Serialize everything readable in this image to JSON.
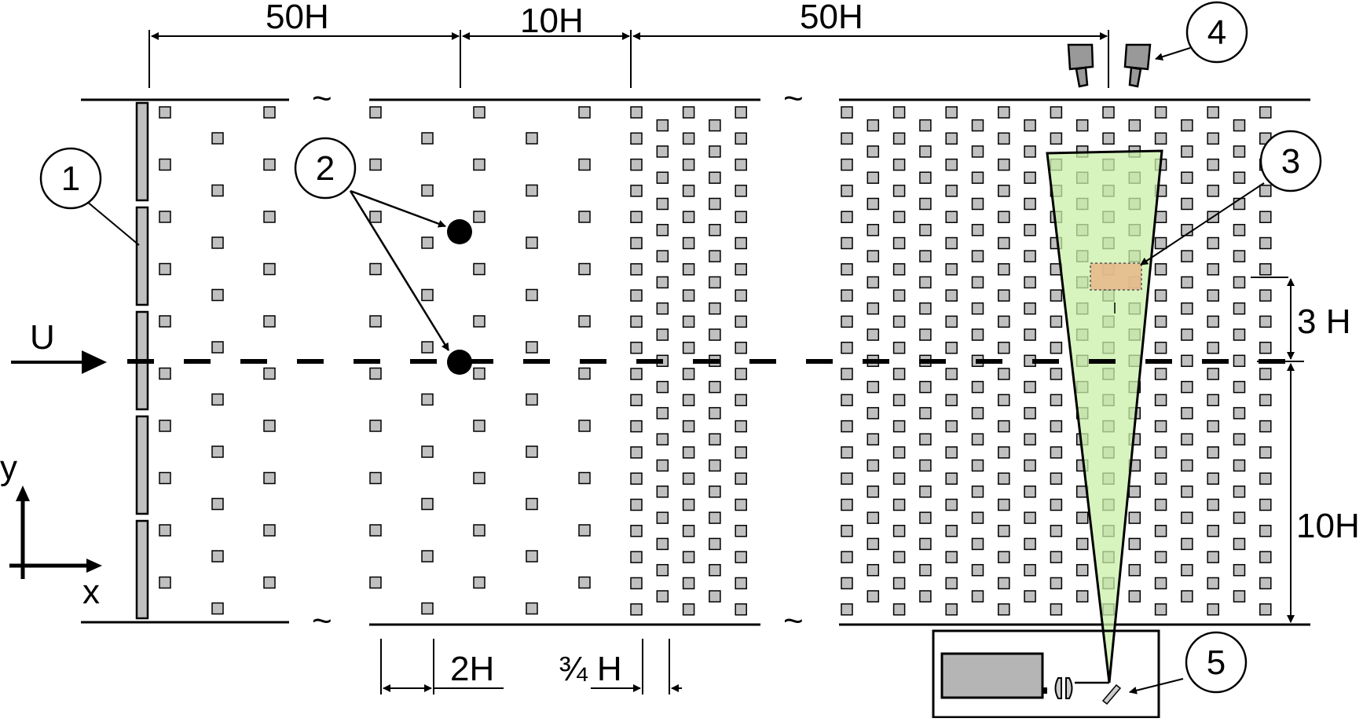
{
  "dimensions": {
    "top_left": "50H",
    "top_mid": "10H",
    "top_right": "50H",
    "bottom_spacing": "2H",
    "bottom_element_size": "¾ H",
    "right_top": "3 H",
    "right_bottom": "10H"
  },
  "labels": {
    "flow": "U",
    "axis_x": "x",
    "axis_y": "y",
    "break_mark": "~"
  },
  "callouts": [
    "1",
    "2",
    "3",
    "4",
    "5"
  ],
  "colors": {
    "element_fill": "#c0c0c0",
    "laser_sheet": "#c9f0a8",
    "fov_region": "#e8b68a",
    "line": "#000000"
  }
}
